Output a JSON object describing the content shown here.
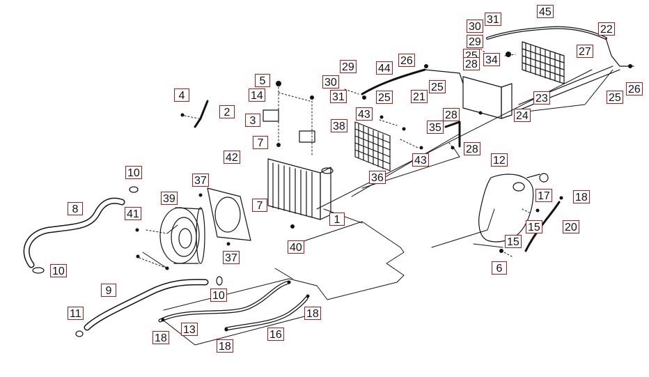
{
  "diagram": {
    "type": "exploded parts diagram",
    "subject": "cooling system (radiator, fan, hoses, reservoir)",
    "label_border_color": "#b01818",
    "line_color": "#111111"
  },
  "callouts": {
    "c1": "1",
    "c2": "2",
    "c3": "3",
    "c4": "4",
    "c5": "5",
    "c6": "6",
    "c7a": "7",
    "c7b": "7",
    "c8": "8",
    "c9": "9",
    "c10a": "10",
    "c10b": "10",
    "c10c": "10",
    "c11": "11",
    "c12": "12",
    "c13": "13",
    "c14": "14",
    "c15a": "15",
    "c15b": "15",
    "c16": "16",
    "c17": "17",
    "c18a": "18",
    "c18b": "18",
    "c18c": "18",
    "c18d": "18",
    "c20": "20",
    "c21": "21",
    "c22": "22",
    "c23": "23",
    "c24": "24",
    "c25a": "25",
    "c25b": "25",
    "c25c": "25",
    "c25d": "25",
    "c26a": "26",
    "c26b": "26",
    "c27": "27",
    "c28a": "28",
    "c28b": "28",
    "c28c": "28",
    "c29a": "29",
    "c29b": "29",
    "c30a": "30",
    "c30b": "30",
    "c31a": "31",
    "c31b": "31",
    "c34": "34",
    "c35": "35",
    "c36": "36",
    "c37a": "37",
    "c37b": "37",
    "c38": "38",
    "c39": "39",
    "c40": "40",
    "c41": "41",
    "c42": "42",
    "c43a": "43",
    "c43b": "43",
    "c44": "44",
    "c45": "45"
  }
}
